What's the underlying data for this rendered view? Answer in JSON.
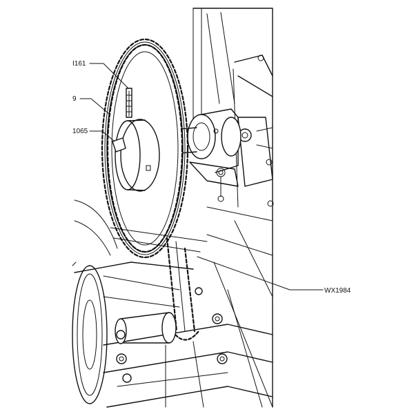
{
  "callouts": [
    {
      "id": "c1",
      "label": "I161"
    },
    {
      "id": "c2",
      "label": "9"
    },
    {
      "id": "c3",
      "label": "1065"
    },
    {
      "id": "c4",
      "label": "WX1984"
    }
  ]
}
